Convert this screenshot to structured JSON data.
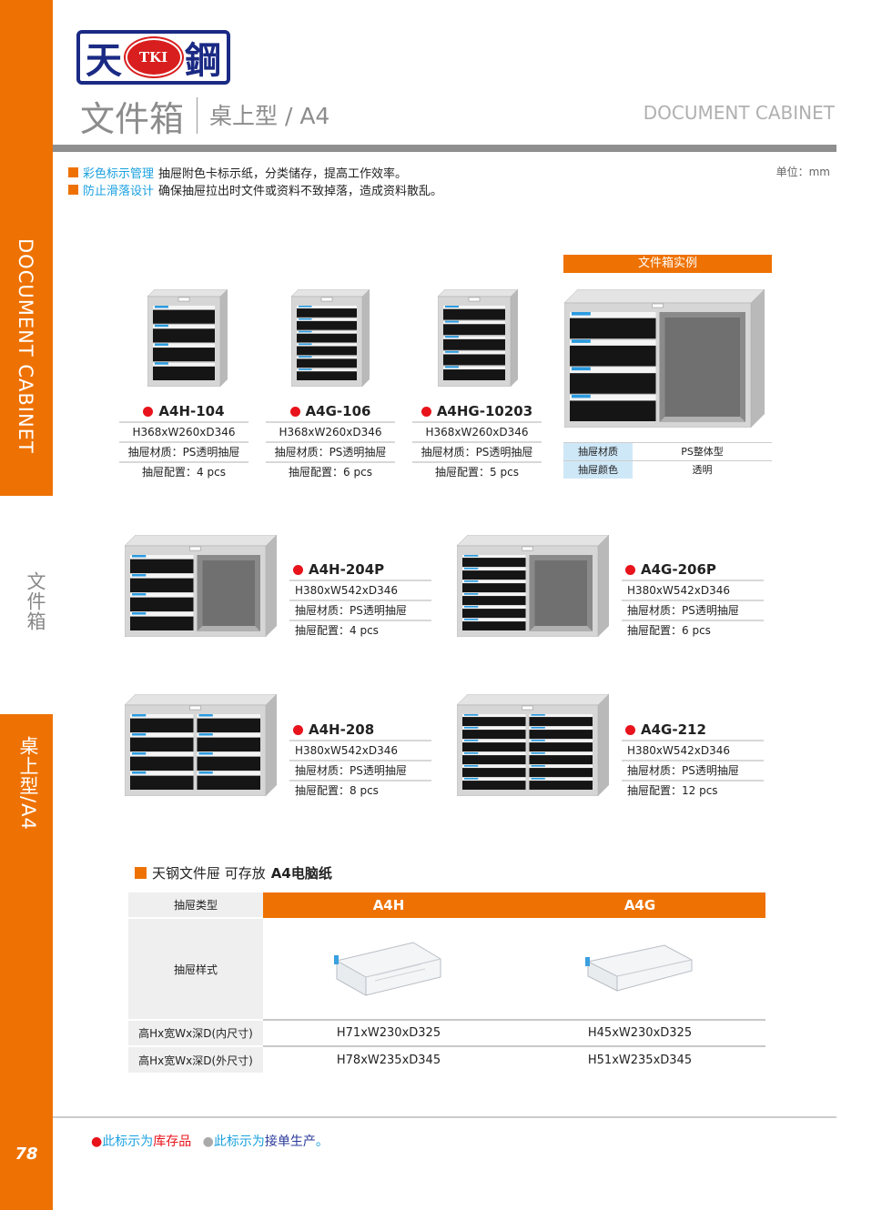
{
  "sidebar": {
    "en": "DOCUMENT CABINET",
    "cn": "文件箱",
    "sub": "桌上型/A4",
    "page": "78"
  },
  "header": {
    "logo_left": "天",
    "logo_mid": "TKI",
    "logo_right": "鋼",
    "title_cn": "文件箱",
    "title_sub": "桌上型 / A4",
    "title_en": "DOCUMENT CABINET"
  },
  "features": [
    {
      "key": "彩色标示管理",
      "text": "抽屉附色卡标示纸，分类储存，提高工作效率。"
    },
    {
      "key": "防止滑落设计",
      "text": "确保抽屉拉出时文件或资料不致掉落，造成资料散乱。"
    }
  ],
  "unit": "单位：mm",
  "products": [
    {
      "name": "A4H-104",
      "size": "H368xW260xD346",
      "material": "抽屉材质：PS透明抽屉",
      "config": "抽屉配置：4 pcs"
    },
    {
      "name": "A4G-106",
      "size": "H368xW260xD346",
      "material": "抽屉材质：PS透明抽屉",
      "config": "抽屉配置：6 pcs"
    },
    {
      "name": "A4HG-10203",
      "size": "H368xW260xD346",
      "material": "抽屉材质：PS透明抽屉",
      "config": "抽屉配置：5 pcs"
    },
    {
      "name": "A4H-204P",
      "size": "H380xW542xD346",
      "material": "抽屉材质：PS透明抽屉",
      "config": "抽屉配置：4 pcs"
    },
    {
      "name": "A4G-206P",
      "size": "H380xW542xD346",
      "material": "抽屉材质：PS透明抽屉",
      "config": "抽屉配置：6 pcs"
    },
    {
      "name": "A4H-208",
      "size": "H380xW542xD346",
      "material": "抽屉材质：PS透明抽屉",
      "config": "抽屉配置：8 pcs"
    },
    {
      "name": "A4G-212",
      "size": "H380xW542xD346",
      "material": "抽屉材质：PS透明抽屉",
      "config": "抽屉配置：12 pcs"
    }
  ],
  "example": {
    "title": "文件箱实例",
    "rows": [
      {
        "k": "抽屉材质",
        "v": "PS整体型"
      },
      {
        "k": "抽屉颜色",
        "v": "透明"
      }
    ]
  },
  "drawer_table": {
    "title_a": "天钢文件屉 可存放",
    "title_b": "A4电脑纸",
    "type_label": "抽屉类型",
    "cols": [
      "A4H",
      "A4G"
    ],
    "style_label": "抽屉样式",
    "inner_label": "高Hx宽Wx深D(内尺寸)",
    "outer_label": "高Hx宽Wx深D(外尺寸)",
    "inner": [
      "H71xW230xD325",
      "H45xW230xD325"
    ],
    "outer": [
      "H78xW235xD345",
      "H51xW235xD345"
    ]
  },
  "footer": {
    "a1": "此标示为",
    "a2": "库存品",
    "b1": "此标示为",
    "b2": "接单生产",
    "b3": "。"
  },
  "colors": {
    "orange": "#ee7203",
    "blue": "#1aa0e0",
    "red": "#e8131b"
  }
}
